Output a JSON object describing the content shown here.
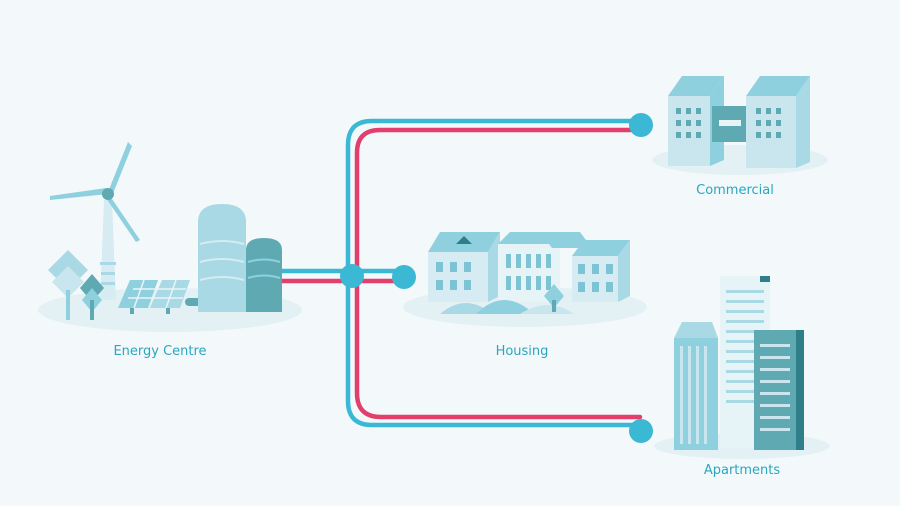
{
  "labels": {
    "energy_centre": "Energy Centre",
    "housing": "Housing",
    "commercial": "Commercial",
    "apartments": "Apartments"
  },
  "colors": {
    "background": "#f3f9fb",
    "flow_pipe": "#3bb8d3",
    "return_pipe": "#e23f6c",
    "label_text": "#2aa6bf",
    "ground": "#e3f1f5",
    "building_light": "#c9e6ee",
    "building_mid": "#8fd0df",
    "building_dark": "#5fa9b3"
  }
}
